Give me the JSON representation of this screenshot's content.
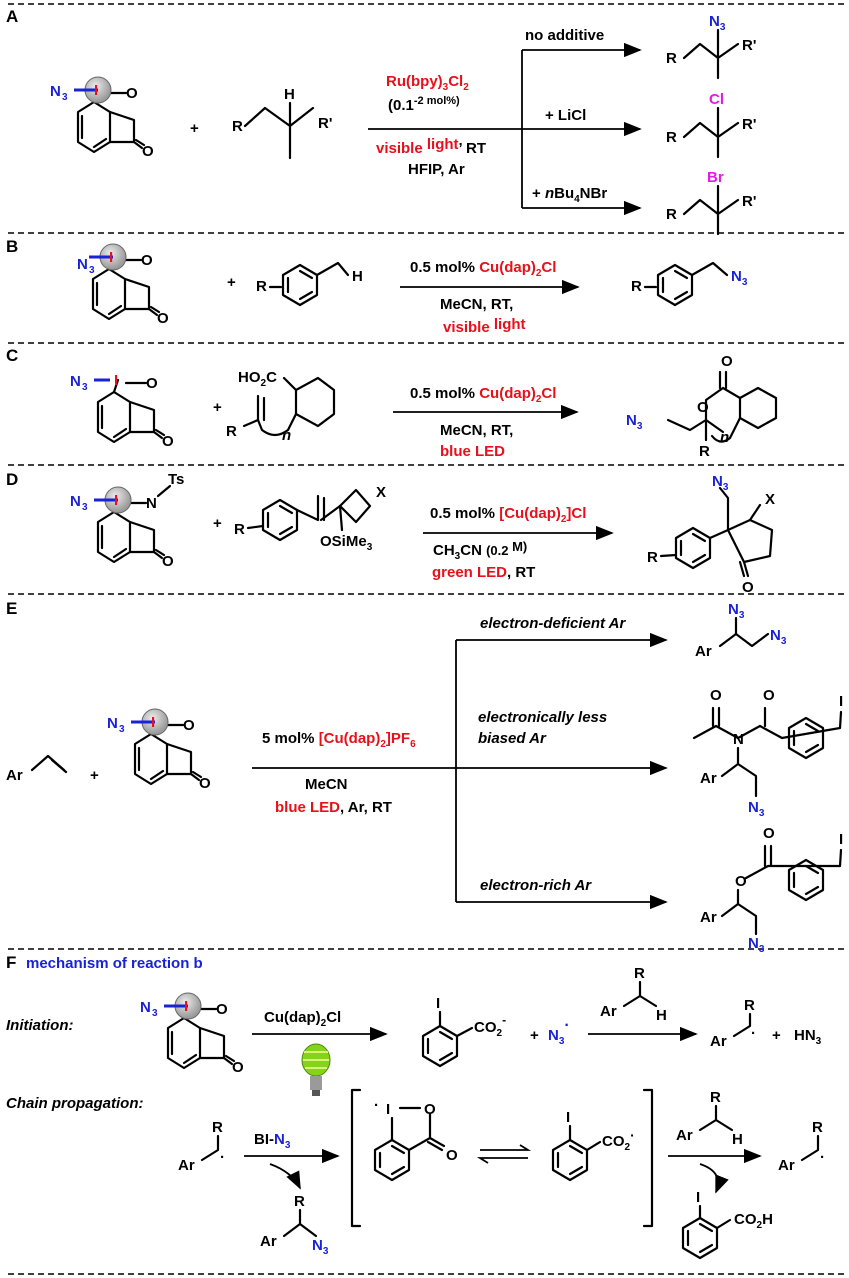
{
  "sections": [
    "A",
    "B",
    "C",
    "D",
    "E",
    "F"
  ],
  "common": {
    "N3": "N",
    "sub3": "3",
    "I": "I",
    "O": "O",
    "H": "H",
    "R": "R",
    "Rp": "R'",
    "Ar": "Ar",
    "X": "X",
    "Ts": "Ts",
    "N": "N",
    "n": "n",
    "plus": "+"
  },
  "A": {
    "branch1": "no additive",
    "branch2": "+ LiCl",
    "branch3_pre": "+ ",
    "branch3_n": "n",
    "branch3_post": "Bu",
    "branch3_sub": "4",
    "branch3_end": "NBr",
    "cat": "Ru(bpy)",
    "cat_sub": "3",
    "cat_end": "Cl",
    "cat_sub2": "2",
    "loading_pre": "(0.1",
    "loading_sup": "-2 mol%)",
    "cond1_red": "visible ",
    "cond1_red2": "light",
    "cond1_end": "’ RT",
    "cond2": "HFIP, Ar",
    "Cl": "Cl",
    "Br": "Br"
  },
  "B": {
    "cond1_pre": "0.5 mol% ",
    "cond1_red": "Cu(dap)",
    "cond1_sub": "2",
    "cond1_end": "Cl",
    "cond2": "MeCN, RT,",
    "cond3_a": "visible ",
    "cond3_b": "light"
  },
  "C": {
    "acid": "HO",
    "acid_sub": "2",
    "acid_end": "C",
    "cond1_pre": "0.5 mol% ",
    "cond1_red": "Cu(dap)",
    "cond1_sub": "2",
    "cond1_end": "Cl",
    "cond2": "MeCN, RT,",
    "cond3": "blue LED"
  },
  "D": {
    "silyl": "OSiMe",
    "silyl_sub": "3",
    "cond1_pre": "0.5 mol% ",
    "cond1_red": "[Cu(dap)",
    "cond1_sub": "2",
    "cond1_end": "]Cl",
    "cond2_a": "CH",
    "cond2_sub": "3",
    "cond2_b": "CN ",
    "cond2_c": "(0.2 ",
    "cond2_d": "M)",
    "cond3_red": "green LED",
    "cond3_end": ", RT"
  },
  "E": {
    "branch1": "electron-deficient Ar",
    "branch2_a": "electronically less",
    "branch2_b": "biased Ar",
    "branch3": "electron-rich Ar",
    "cond1_pre": "5 mol% ",
    "cond1_red": "[Cu(dap)",
    "cond1_sub": "2",
    "cond1_end": "]PF",
    "cond1_sub2": "6",
    "cond2": "MeCN",
    "cond3_red": "blue LED",
    "cond3_end": ", Ar, RT"
  },
  "F": {
    "title": "mechanism of reaction b",
    "initiation": "Initiation:",
    "propagation": "Chain propagation:",
    "cat": "Cu(dap)",
    "cat_sub": "2",
    "cat_end": "Cl",
    "co2": "CO",
    "co2_sub": "2",
    "minus": "-",
    "dot": "·",
    "hn3": "HN",
    "bi": "BI-",
    "co2h": "CO",
    "co2h_sub": "2",
    "co2h_end": "H"
  },
  "colors": {
    "blue": "#1a22d6",
    "red": "#e8101a",
    "magenta": "#e01ee0",
    "gray_ball": "#b8b8b8"
  }
}
